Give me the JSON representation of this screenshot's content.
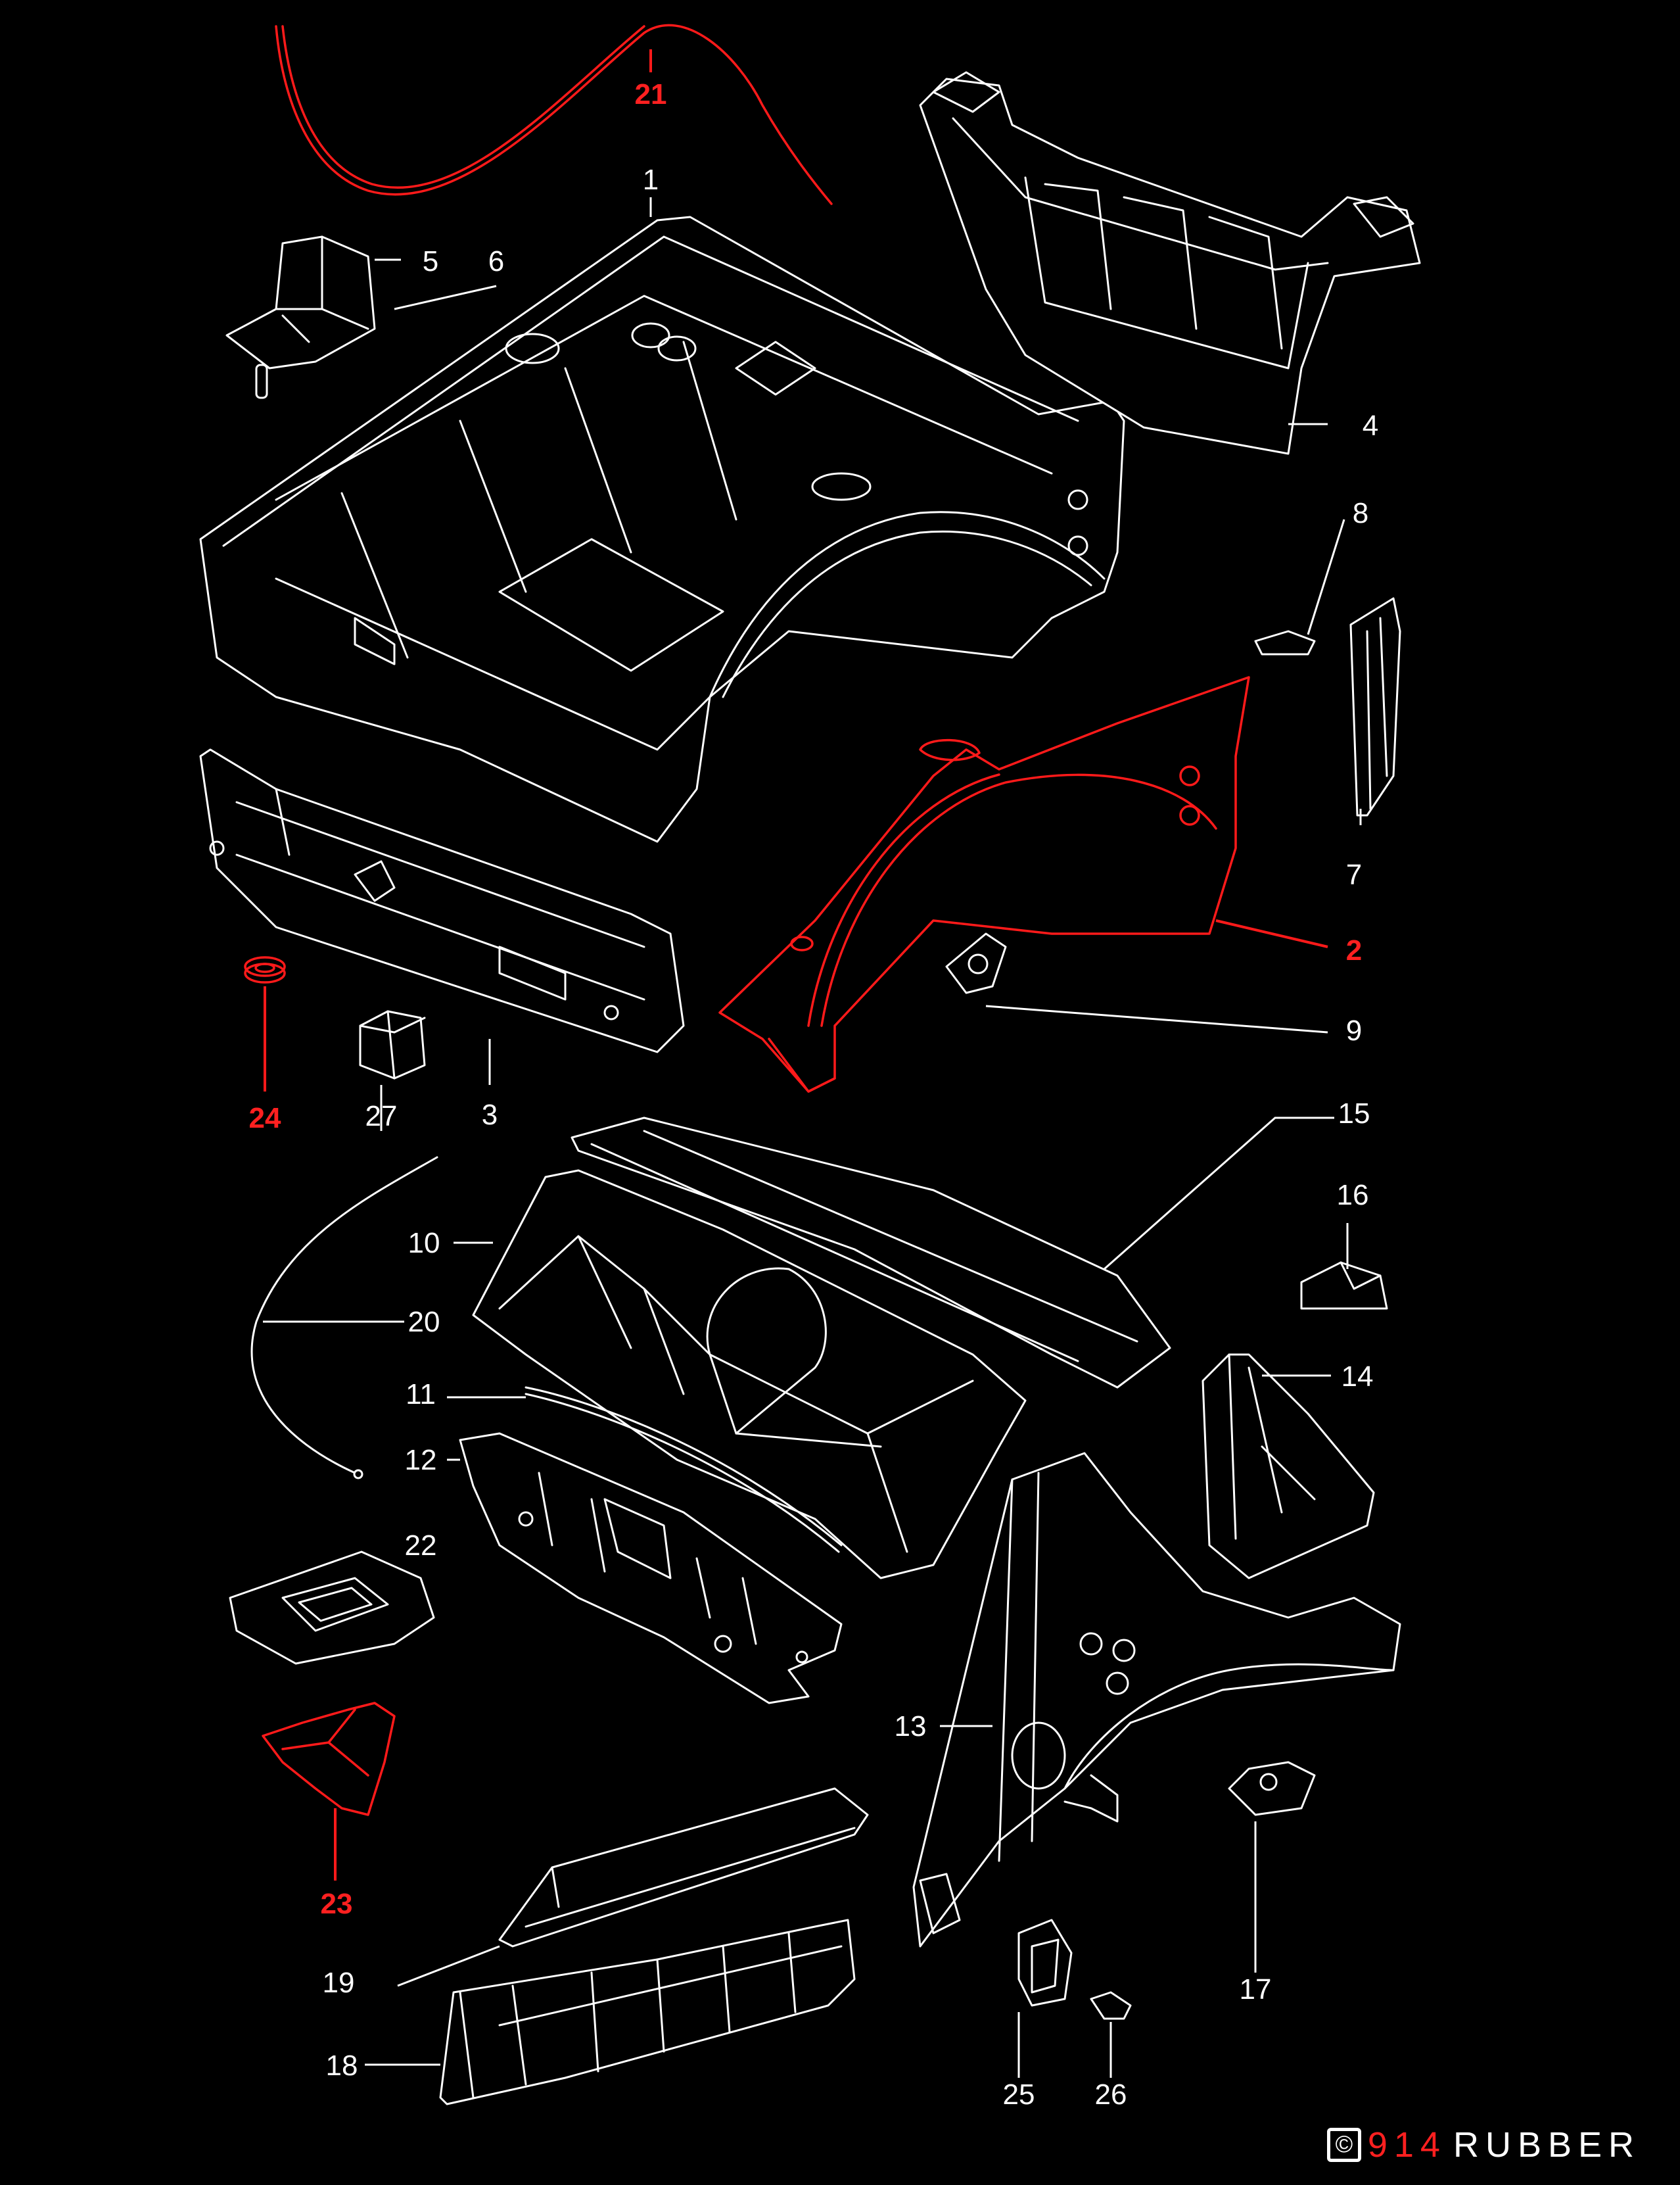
{
  "diagram": {
    "callouts": [
      {
        "id": "1",
        "text": "1",
        "color": "white"
      },
      {
        "id": "2",
        "text": "2",
        "color": "red"
      },
      {
        "id": "3",
        "text": "3",
        "color": "white"
      },
      {
        "id": "4",
        "text": "4",
        "color": "white"
      },
      {
        "id": "5",
        "text": "5",
        "color": "white"
      },
      {
        "id": "6",
        "text": "6",
        "color": "white"
      },
      {
        "id": "7",
        "text": "7",
        "color": "white"
      },
      {
        "id": "8",
        "text": "8",
        "color": "white"
      },
      {
        "id": "9",
        "text": "9",
        "color": "white"
      },
      {
        "id": "10",
        "text": "10",
        "color": "white"
      },
      {
        "id": "11",
        "text": "11",
        "color": "white"
      },
      {
        "id": "12",
        "text": "12",
        "color": "white"
      },
      {
        "id": "13",
        "text": "13",
        "color": "white"
      },
      {
        "id": "14",
        "text": "14",
        "color": "white"
      },
      {
        "id": "15",
        "text": "15",
        "color": "white"
      },
      {
        "id": "16",
        "text": "16",
        "color": "white"
      },
      {
        "id": "17",
        "text": "17",
        "color": "white"
      },
      {
        "id": "18",
        "text": "18",
        "color": "white"
      },
      {
        "id": "19",
        "text": "19",
        "color": "white"
      },
      {
        "id": "20",
        "text": "20",
        "color": "white"
      },
      {
        "id": "21",
        "text": "21",
        "color": "red"
      },
      {
        "id": "22",
        "text": "22",
        "color": "white"
      },
      {
        "id": "23",
        "text": "23",
        "color": "red"
      },
      {
        "id": "24",
        "text": "24",
        "color": "red"
      },
      {
        "id": "25",
        "text": "25",
        "color": "white"
      },
      {
        "id": "26",
        "text": "26",
        "color": "white"
      },
      {
        "id": "27",
        "text": "27",
        "color": "white"
      }
    ],
    "colors": {
      "background": "#000000",
      "line": "#ffffff",
      "highlight": "#ff1a1a"
    }
  },
  "brand": {
    "copyright_symbol": "©",
    "number": "914",
    "name": "RUBBER"
  }
}
